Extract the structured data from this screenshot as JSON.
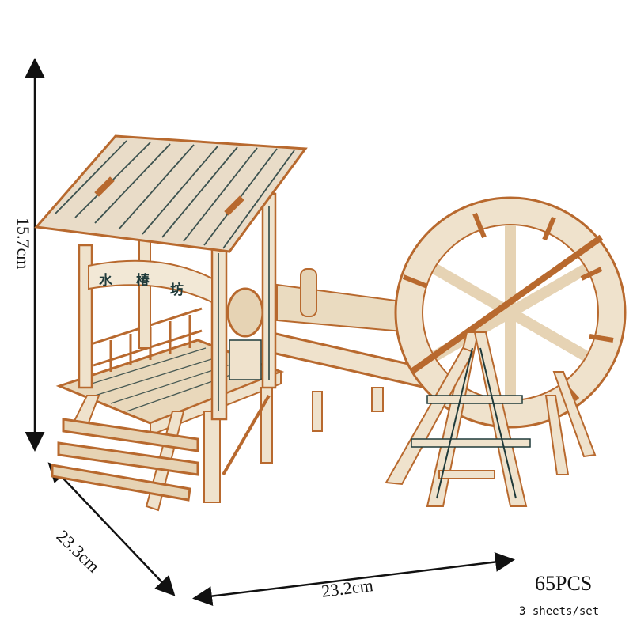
{
  "product": {
    "sign_text": "水 椿 坊",
    "piece_count": "65PCS",
    "sheets": "3 sheets/set"
  },
  "dimensions": {
    "height": "15.7cm",
    "depth": "23.3cm",
    "width": "23.2cm"
  },
  "colors": {
    "background": "#ffffff",
    "wood_light": "#efe2cc",
    "wood_edge": "#b8692e",
    "grain": "#1f3a3a",
    "arrow": "#111111"
  }
}
